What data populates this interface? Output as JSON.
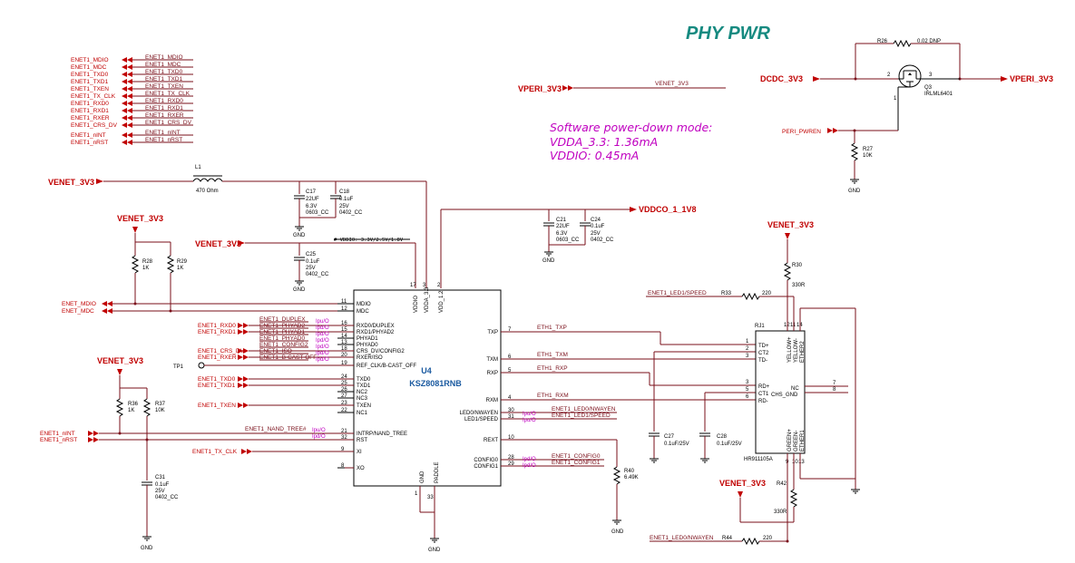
{
  "title": "PHY PWR",
  "note": {
    "line1": "Software power-down mode:",
    "line2": "VDDA_3.3:  1.36mA",
    "line3": "VDDIO:     0.45mA"
  },
  "power": {
    "venet": "VENET_3V3",
    "vperi": "VPERI_3V3",
    "dcdc": "DCDC_3V3",
    "vddco": "VDDCO_1_1V8",
    "gnd": "GND",
    "vddio_note": "# VDDIO: 3.3V/2.5V/1.8V"
  },
  "ic": {
    "ref": "U4",
    "part": "KSZ8081RNB",
    "top_pins": [
      "VDDIO",
      "VDDA_3.3",
      "VDD_1.2"
    ],
    "top_nums": [
      "17",
      "3",
      "2"
    ],
    "bottom_pins": [
      "GND",
      "PADDLE"
    ],
    "bottom_nums": [
      "1",
      "33"
    ],
    "left_pins": [
      {
        "num": "11",
        "name": "MDIO"
      },
      {
        "num": "12",
        "name": "MDC"
      },
      {
        "num": "16",
        "name": "RXD0/DUPLEX"
      },
      {
        "num": "15",
        "name": "RXD1/PHYAD2"
      },
      {
        "num": "14",
        "name": "PHYAD1"
      },
      {
        "num": "13",
        "name": "PHYAD0"
      },
      {
        "num": "18",
        "name": "CRS_DV/CONFIG2"
      },
      {
        "num": "20",
        "name": "RXER/ISO"
      },
      {
        "num": "19",
        "name": "REF_CLK/B-CAST_OFF"
      },
      {
        "num": "24",
        "name": "TXD0"
      },
      {
        "num": "25",
        "name": "TXD1"
      },
      {
        "num": "26",
        "name": "NC2"
      },
      {
        "num": "27",
        "name": "NC3"
      },
      {
        "num": "23",
        "name": "TXEN"
      },
      {
        "num": "22",
        "name": "NC1"
      },
      {
        "num": "21",
        "name": "INTRP/NAND_TREE"
      },
      {
        "num": "32",
        "name": "RST"
      },
      {
        "num": "9",
        "name": "XI"
      },
      {
        "num": "8",
        "name": "XO"
      }
    ],
    "right_pins": [
      {
        "num": "7",
        "name": "TXP"
      },
      {
        "num": "6",
        "name": "TXM"
      },
      {
        "num": "5",
        "name": "RXP"
      },
      {
        "num": "4",
        "name": "RXM"
      },
      {
        "num": "30",
        "name": "LED0/NWAYEN"
      },
      {
        "num": "31",
        "name": "LED1/SPEED"
      },
      {
        "num": "10",
        "name": "REXT"
      },
      {
        "num": "28",
        "name": "CONFIG0"
      },
      {
        "num": "29",
        "name": "CONFIG1"
      }
    ]
  },
  "left_ports": [
    "ENET1_MDIO",
    "ENET1_MDC",
    "ENET1_TXD0",
    "ENET1_TXD1",
    "ENET1_TXEN",
    "ENET1_TX_CLK",
    "ENET1_RXD0",
    "ENET1_RXD1",
    "ENET1_RXER",
    "ENET1_CRS_DV",
    "ENET1_nINT",
    "ENET1_nRST"
  ],
  "left_nets": [
    "ENET1_MDIO",
    "ENET1_MDC",
    "ENET1_TXD0",
    "ENET1_TXD1",
    "ENET1_TXEN",
    "ENET1_TX_CLK",
    "ENET1_RXD0",
    "ENET1_RXD1",
    "ENET1_RXER",
    "ENET1_CRS_DV",
    "ENET1_nINT",
    "ENET1_nRST"
  ],
  "ic_left_ports": {
    "mdio": "ENET_MDIO",
    "mdc": "ENET_MDC",
    "rxd0": "ENET1_RXD0",
    "rxd1": "ENET1_RXD1",
    "crs": "ENET1_CRS_DV",
    "rxer": "ENET1_RXER",
    "txd0": "ENET1_TXD0",
    "txd1": "ENET1_TXD1",
    "txen": "ENET1_TXEN",
    "nint": "ENET1_nINT",
    "nrst": "ENET1_nRST",
    "txclk": "ENET1_TX_CLK"
  },
  "ic_left_nets": [
    "ENET1_DUPLEX",
    "ENET1_PHYAD2",
    "ENET1_PHYAD1",
    "ENET1_PHYAD0",
    "ENET1_CONFIG2",
    "ENET1_ISO",
    "ENET1_B-CAST-OFF",
    "ENET1_NAND_TREE#"
  ],
  "ipd": [
    "Ipu/O",
    "Ipd/O",
    "Ipd/O",
    "Ipd/O",
    "Ipd/O",
    "Ipd/O",
    "Ipd/O",
    "Ipu/O",
    "Ipd/O",
    "Ipu/O",
    "Ipu/O",
    "Ipd/O",
    "Ipd/O"
  ],
  "tp": "TP1",
  "right_nets": [
    "ETH1_TXP",
    "ETH1_TXM",
    "ETH1_RXP",
    "ETH1_RXM",
    "ENET1_LED0/NWAYEN",
    "ENET1_LED1/SPEED",
    "ENET1_CONFIG0",
    "ENET1_CONFIG1",
    "ENET1_LED1/SPEED",
    "ENET1_LED0/NWAYEN"
  ],
  "components": {
    "L1": {
      "ref": "L1",
      "val": "470 Ohm"
    },
    "C17": {
      "ref": "C17",
      "v1": "22UF",
      "v2": "6.3V",
      "v3": "0603_CC"
    },
    "C18": {
      "ref": "C18",
      "v1": "0.1uF",
      "v2": "25V",
      "v3": "0402_CC"
    },
    "C25": {
      "ref": "C25",
      "v1": "0.1uF",
      "v2": "25V",
      "v3": "0402_CC"
    },
    "C21": {
      "ref": "C21",
      "v1": "22UF",
      "v2": "6.3V",
      "v3": "0603_CC"
    },
    "C24": {
      "ref": "C24",
      "v1": "0.1uF",
      "v2": "25V",
      "v3": "0402_CC"
    },
    "C31": {
      "ref": "C31",
      "v1": "0.1uF",
      "v2": "25V",
      "v3": "0402_CC"
    },
    "C27": {
      "ref": "C27",
      "v1": "0.1uF/25V"
    },
    "C28": {
      "ref": "C28",
      "v1": "0.1uF/25V"
    },
    "R28": {
      "ref": "R28",
      "val": "1K"
    },
    "R29": {
      "ref": "R29",
      "val": "1K"
    },
    "R36": {
      "ref": "R36",
      "val": "1K"
    },
    "R37": {
      "ref": "R37",
      "val": "10K"
    },
    "R40": {
      "ref": "R40",
      "val": "6.49K"
    },
    "R30": {
      "ref": "R30",
      "val": "330R"
    },
    "R33": {
      "ref": "R33",
      "val": "220"
    },
    "R42": {
      "ref": "R42",
      "val": "330R"
    },
    "R44": {
      "ref": "R44",
      "val": "220"
    },
    "R26": {
      "ref": "R26",
      "val": "0.02 DNP"
    },
    "R27": {
      "ref": "R27",
      "val": "10K"
    },
    "Q3": {
      "ref": "Q3",
      "val": "IRLML6401"
    }
  },
  "rj": {
    "ref": "RJ1",
    "part": "HR911105A",
    "left_pins": [
      {
        "num": "1",
        "name": "TD+"
      },
      {
        "num": "2",
        "name": "CT2"
      },
      {
        "num": "3",
        "name": "TD-"
      },
      {
        "num": "3",
        "name": "RD+"
      },
      {
        "num": "5",
        "name": "CT1"
      },
      {
        "num": "6",
        "name": "RD-"
      }
    ],
    "top_labels": [
      "YELLOW+",
      "YELLOW-",
      "ETHER2"
    ],
    "bottom_labels": [
      "GREEN+",
      "GREEN-",
      "ETHER1"
    ],
    "right_pins": [
      "NC",
      "CHS_GND"
    ],
    "right_nums": [
      "7",
      "8"
    ],
    "top_nums": [
      "12",
      "11",
      "14"
    ],
    "bottom_nums": [
      "9",
      "10",
      "13"
    ]
  },
  "q3_pins": [
    "1",
    "2",
    "3"
  ],
  "peri_en": "PERI_PWREN",
  "vperi_net": "VENET_3V3"
}
